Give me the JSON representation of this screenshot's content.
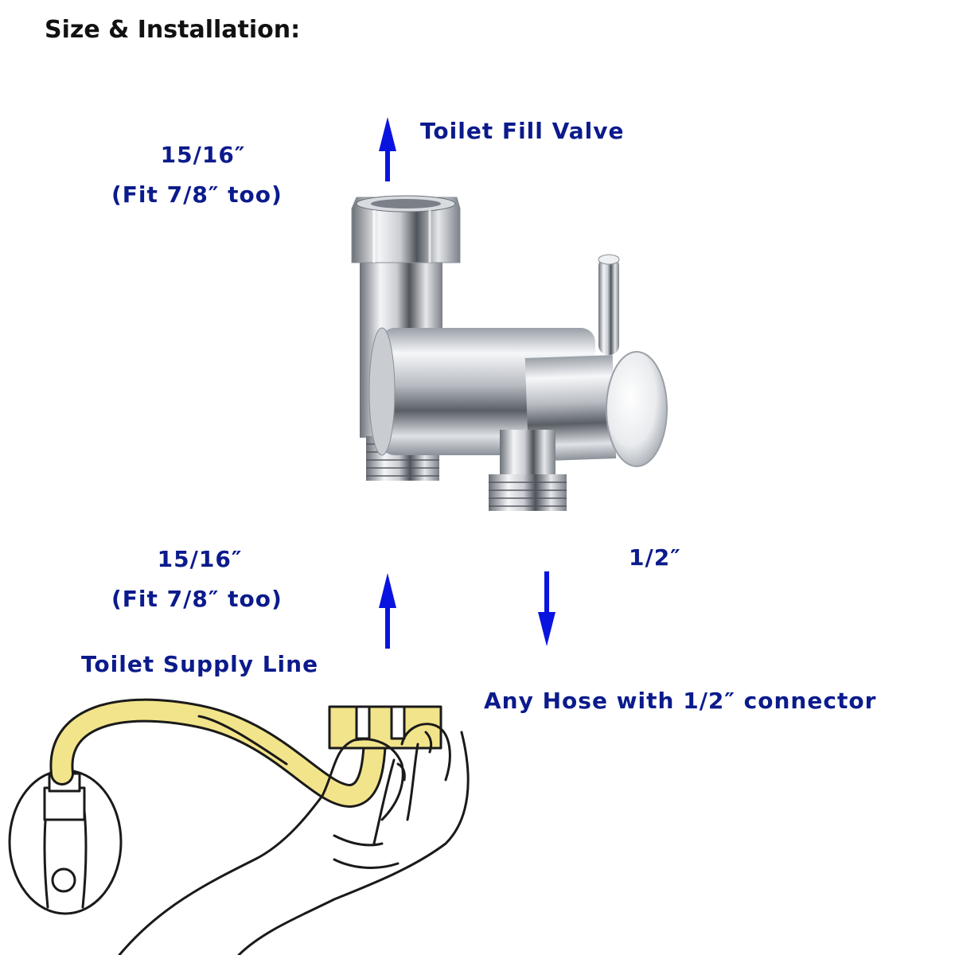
{
  "heading": "Size & Installation:",
  "colors": {
    "label_blue": "#0b1b8c",
    "arrow_blue": "#0a14e0",
    "hose_yellow": "#f2e48a",
    "chrome_light": "#f4f5f7",
    "chrome_dark": "#5a5f66"
  },
  "labels": {
    "fill_valve": "Toilet Fill Valve",
    "top_size": "15/16″",
    "top_fit": "(Fit 7/8″ too)",
    "bottom_size": "15/16″",
    "bottom_fit": "(Fit 7/8″ too)",
    "half_inch": "1/2″",
    "supply_line": "Toilet Supply Line",
    "any_hose": "Any Hose with 1/2″ connector"
  },
  "icons": {
    "up_arrow_top": "arrow-up-icon",
    "up_arrow_bottom": "arrow-up-icon",
    "down_arrow": "arrow-down-icon",
    "valve": "t-valve-illustration",
    "hand": "hand-with-hose-illustration"
  }
}
